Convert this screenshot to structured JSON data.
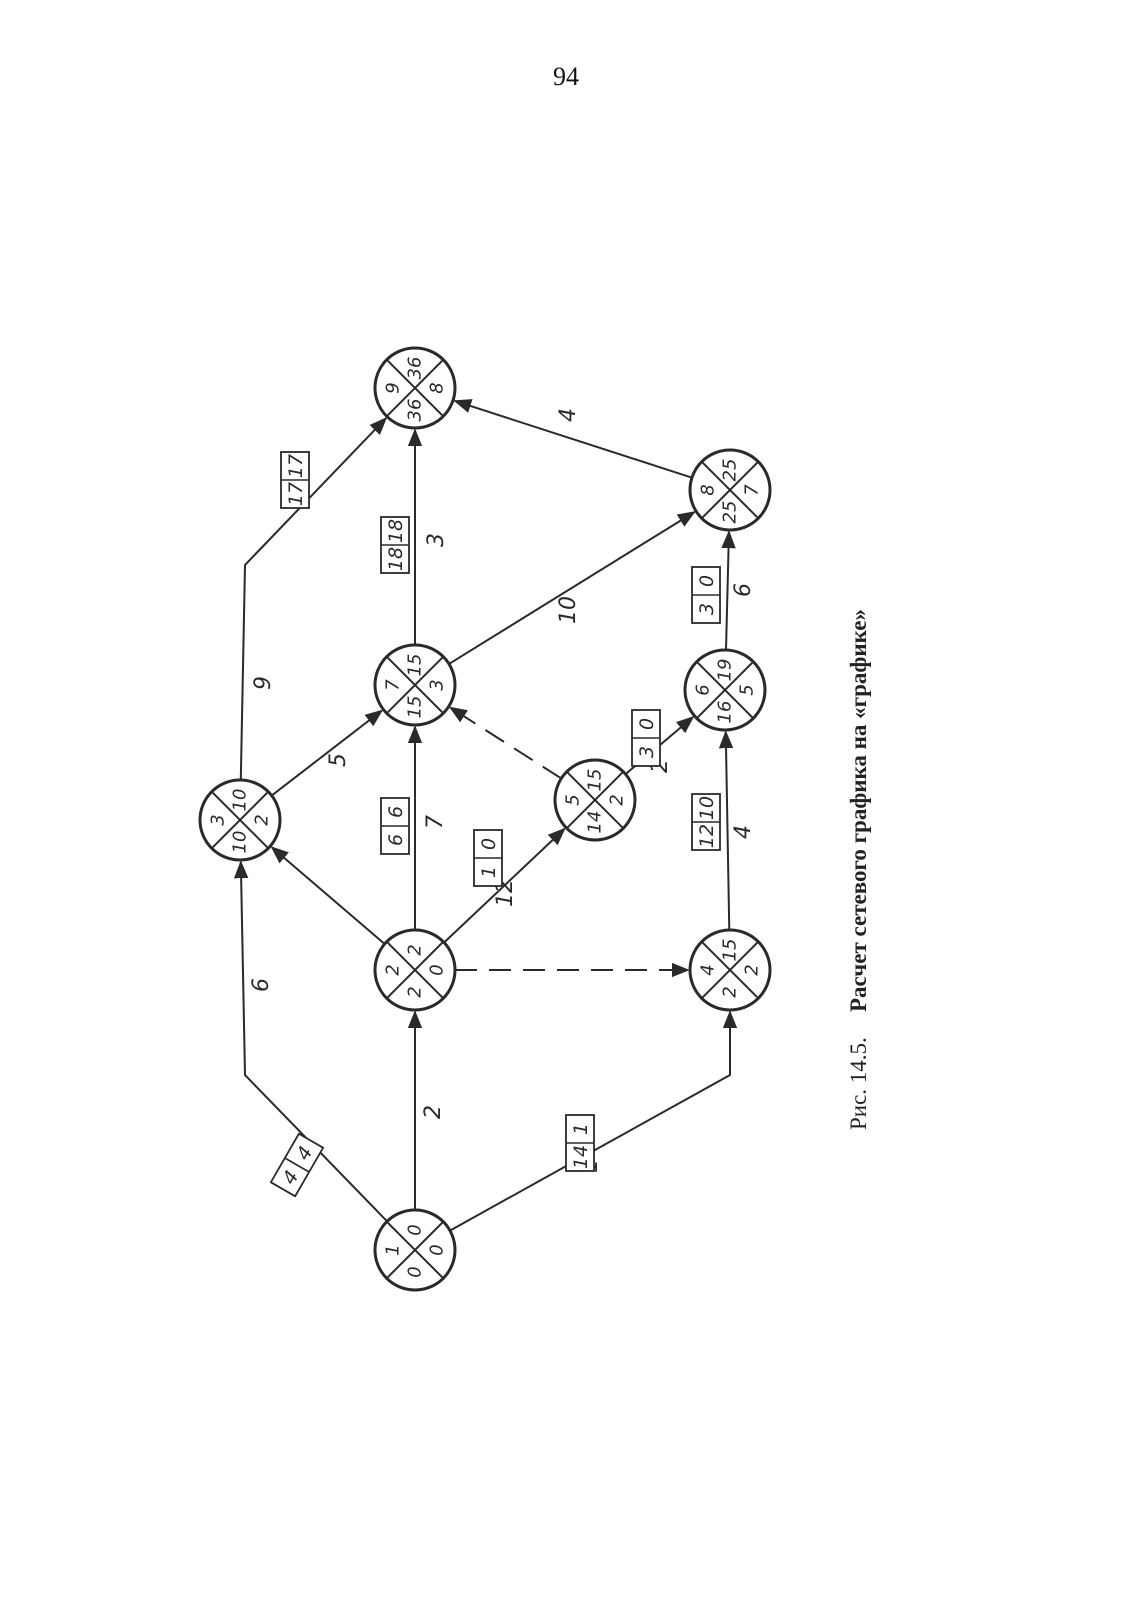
{
  "page": {
    "number": "94"
  },
  "caption": {
    "label": "Рис. 14.5.",
    "text": "Расчет сетевого графика на «графике»"
  },
  "colors": {
    "ink": "#2a2a2a",
    "paper": "#ffffff"
  },
  "nodes": [
    {
      "id": "1",
      "top": "0",
      "right": "0",
      "bottom": "0"
    },
    {
      "id": "2",
      "top": "2",
      "right": "0",
      "bottom": "2"
    },
    {
      "id": "3",
      "top": "10",
      "right": "2",
      "bottom": "10"
    },
    {
      "id": "4",
      "top": "15",
      "right": "2",
      "bottom": "2"
    },
    {
      "id": "5",
      "top": "15",
      "right": "2",
      "bottom": "14"
    },
    {
      "id": "6",
      "top": "19",
      "right": "5",
      "bottom": "16"
    },
    {
      "id": "7",
      "top": "15",
      "right": "3",
      "bottom": "15"
    },
    {
      "id": "8",
      "top": "25",
      "right": "7",
      "bottom": "25"
    },
    {
      "id": "9",
      "top": "36",
      "right": "8",
      "bottom": "36"
    }
  ],
  "edges": [
    {
      "id": "1-3",
      "duration": "6",
      "reserves": [
        "4",
        "4"
      ]
    },
    {
      "id": "1-2",
      "duration": "2"
    },
    {
      "id": "1-4",
      "duration": "1",
      "reserves": [
        "14",
        "1"
      ]
    },
    {
      "id": "2-3",
      "duration": ""
    },
    {
      "id": "2-7",
      "duration": "7",
      "reserves": [
        "6",
        "6"
      ]
    },
    {
      "id": "2-5",
      "duration": "12",
      "reserves": [
        "1",
        "0"
      ]
    },
    {
      "id": "2-4",
      "duration": "",
      "dummy": true
    },
    {
      "id": "3-7",
      "duration": "5"
    },
    {
      "id": "3-9",
      "duration": "9",
      "reserves": [
        "17",
        "17"
      ]
    },
    {
      "id": "5-7",
      "duration": "",
      "dummy": true
    },
    {
      "id": "5-6",
      "duration": "2",
      "reserves": [
        "3",
        "0"
      ]
    },
    {
      "id": "4-6",
      "duration": "4",
      "reserves": [
        "12",
        "10"
      ]
    },
    {
      "id": "7-9",
      "duration": "3",
      "reserves": [
        "18",
        "18"
      ]
    },
    {
      "id": "7-8",
      "duration": "10"
    },
    {
      "id": "6-8",
      "duration": "6",
      "reserves": [
        "3",
        "0"
      ]
    },
    {
      "id": "8-9",
      "duration": "4"
    }
  ]
}
